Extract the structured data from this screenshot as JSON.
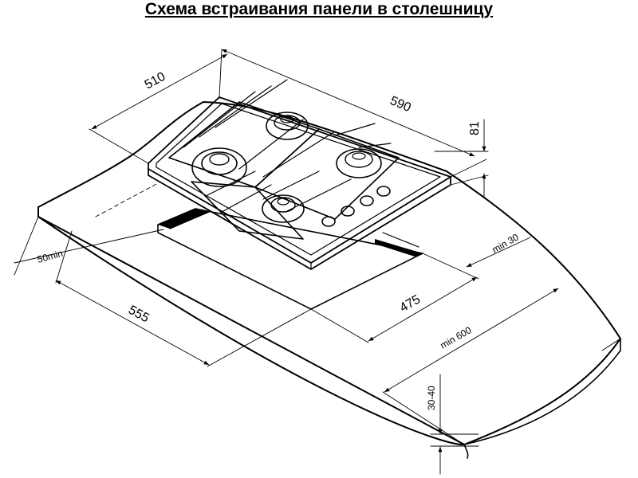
{
  "title": "Схема встраивания панели в столешницу",
  "dimensions": {
    "width": "510",
    "depth": "590",
    "height": "81",
    "cutout_depth": "475",
    "cutout_width": "555",
    "front_margin": "50min",
    "back_margin": "min 30",
    "countertop_depth": "min 600",
    "countertop_thickness": "30-40"
  },
  "colors": {
    "line": "#000000",
    "background": "#ffffff"
  }
}
